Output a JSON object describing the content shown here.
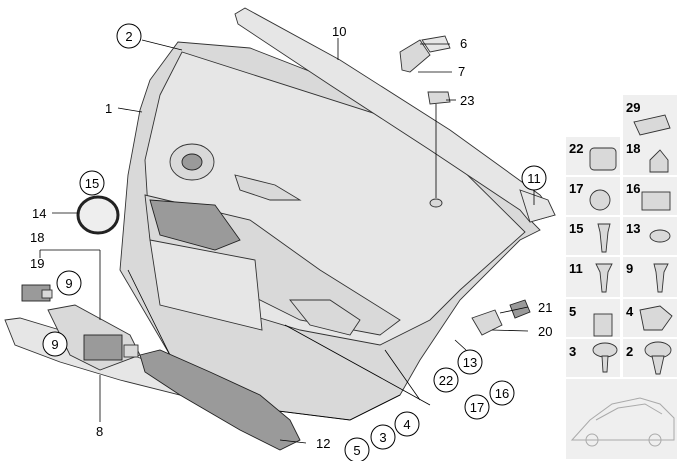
{
  "callouts": {
    "c1": "1",
    "c2": "2",
    "c3": "3",
    "c4": "4",
    "c5": "5",
    "c6": "6",
    "c7": "7",
    "c8": "8",
    "c9a": "9",
    "c9b": "9",
    "c10": "10",
    "c11": "11",
    "c12": "12",
    "c13": "13",
    "c14": "14",
    "c15": "15",
    "c16": "16",
    "c17": "17",
    "c18": "18",
    "c19": "19",
    "c20": "20",
    "c21": "21",
    "c22": "22",
    "c23": "23"
  },
  "grid": {
    "r1a": "29",
    "r2a": "22",
    "r2b": "18",
    "r3a": "17",
    "r3b": "16",
    "r4a": "15",
    "r4b": "13",
    "r5a": "11",
    "r5b": "9",
    "r6a": "5",
    "r6b": "4",
    "r7a": "3",
    "r7b": "2"
  },
  "colors": {
    "part_fill": "#d9d9d9",
    "outline": "#333333",
    "panel_bg": "#efefef"
  }
}
